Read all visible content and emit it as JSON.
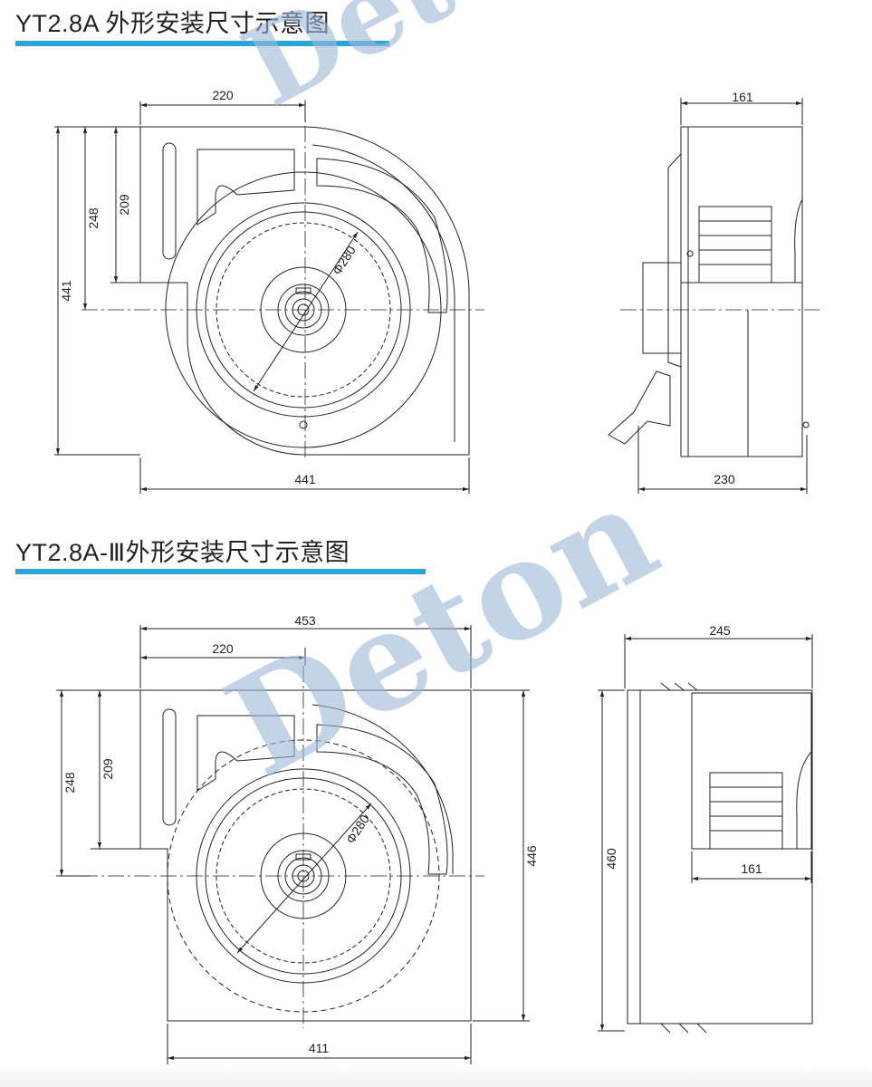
{
  "sections": [
    {
      "title": "YT2.8A 外形安装尺寸示意图",
      "front_view": {
        "dim_top_width": "220",
        "dim_height_a": "209",
        "dim_height_b": "248",
        "dim_total_height": "441",
        "dim_bottom_width": "441",
        "dim_diameter": "Φ280"
      },
      "side_view": {
        "dim_top": "161",
        "dim_bottom": "230"
      }
    },
    {
      "title": "YT2.8A-Ⅲ外形安装尺寸示意图",
      "front_view": {
        "dim_total_width": "453",
        "dim_top_width": "220",
        "dim_height_a": "209",
        "dim_height_b": "248",
        "dim_total_height": "446",
        "dim_bottom_width": "411",
        "dim_diameter": "Φ280"
      },
      "side_view": {
        "dim_top": "245",
        "dim_height": "460",
        "dim_inner": "161"
      }
    }
  ],
  "watermark": "Deton",
  "colors": {
    "title_underline": "#2aa3d8",
    "line": "#222222",
    "watermark": "#9db8d8"
  }
}
